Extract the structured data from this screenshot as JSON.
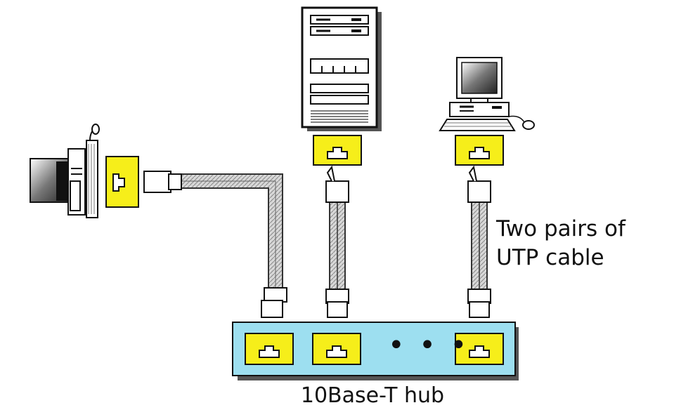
{
  "diagram": {
    "cable_label_line1": "Two pairs of",
    "cable_label_line2": "UTP cable",
    "hub_label": "10Base-T hub",
    "hub_ellipsis": "• • •"
  },
  "colors": {
    "hub": "#9ddff0",
    "jack": "#f6ee1a",
    "jack_border": "#222222",
    "cable_stripe": "#aaaaaa",
    "outline": "#111111"
  }
}
